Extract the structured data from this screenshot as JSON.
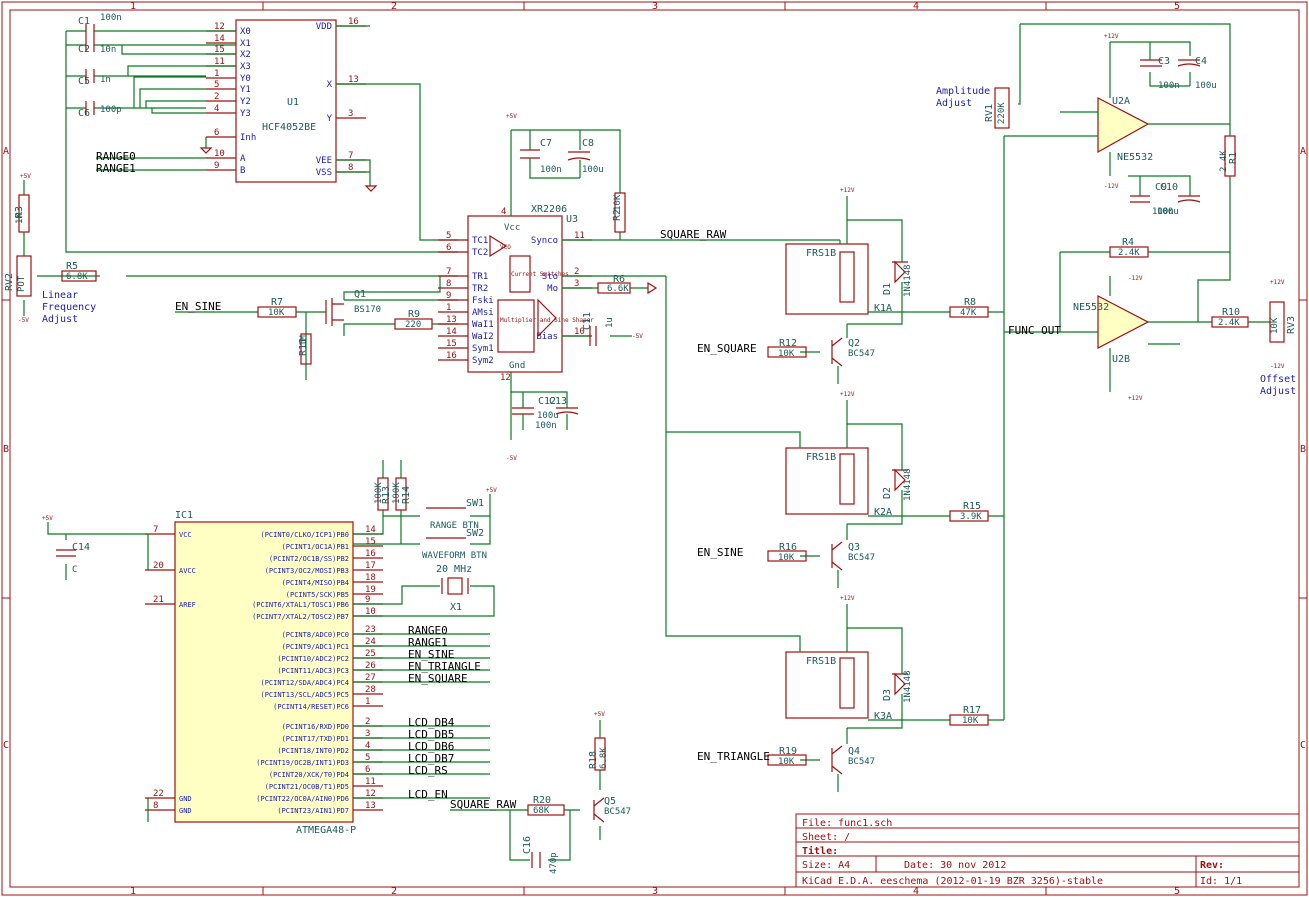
{
  "border": {
    "cols": [
      "1",
      "2",
      "3",
      "4",
      "5"
    ],
    "rows": [
      "A",
      "B",
      "C"
    ]
  },
  "title_block": {
    "file": "File: func1.sch",
    "sheet": "Sheet: /",
    "title": "Title:",
    "size": "Size: A4",
    "date": "Date: 30 nov 2012",
    "rev": "Rev:",
    "tool": "KiCad E.D.A.  eeschema (2012-01-19 BZR 3256)-stable",
    "id": "Id: 1/1"
  },
  "annotations": {
    "linear_freq": [
      "Linear",
      "Frequency",
      "Adjust"
    ],
    "amplitude": [
      "Amplitude",
      "Adjust"
    ],
    "offset": [
      "Offset",
      "Adjust"
    ]
  },
  "nets": {
    "range0": "RANGE0",
    "range1": "RANGE1",
    "en_sine": "EN_SINE",
    "en_square": "EN_SQUARE",
    "en_triangle": "EN_TRIANGLE",
    "square_raw": "SQUARE_RAW",
    "func_out": "FUNC OUT",
    "lcd_db4": "LCD_DB4",
    "lcd_db5": "LCD_DB5",
    "lcd_db6": "LCD_DB6",
    "lcd_db7": "LCD_DB7",
    "lcd_rs": "LCD_RS",
    "lcd_en": "LCD_EN"
  },
  "u1": {
    "ref": "U1",
    "value": "HCF4052BE",
    "pins_left": [
      {
        "num": "12",
        "name": "X0"
      },
      {
        "num": "14",
        "name": "X1"
      },
      {
        "num": "15",
        "name": "X2"
      },
      {
        "num": "11",
        "name": "X3"
      },
      {
        "num": "1",
        "name": "Y0"
      },
      {
        "num": "5",
        "name": "Y1"
      },
      {
        "num": "2",
        "name": "Y2"
      },
      {
        "num": "4",
        "name": "Y3"
      },
      {
        "num": "6",
        "name": "Inh"
      },
      {
        "num": "10",
        "name": "A"
      },
      {
        "num": "9",
        "name": "B"
      }
    ],
    "pins_right": [
      {
        "num": "16",
        "name": "VDD"
      },
      {
        "num": "13",
        "name": "X"
      },
      {
        "num": "3",
        "name": "Y"
      },
      {
        "num": "7",
        "name": "VEE"
      },
      {
        "num": "8",
        "name": "VSS"
      }
    ]
  },
  "u3": {
    "ref": "U3",
    "value": "XR2206",
    "pins_left": [
      {
        "num": "5",
        "name": "TC1"
      },
      {
        "num": "6",
        "name": "TC2"
      },
      {
        "num": "7",
        "name": "TR1"
      },
      {
        "num": "8",
        "name": "TR2"
      },
      {
        "num": "9",
        "name": "Fski"
      },
      {
        "num": "1",
        "name": "AMsi"
      },
      {
        "num": "13",
        "name": "WaI1"
      },
      {
        "num": "14",
        "name": "WaI2"
      },
      {
        "num": "15",
        "name": "Sym1"
      },
      {
        "num": "16",
        "name": "Sym2"
      }
    ],
    "pins_right": [
      {
        "num": "11",
        "name": "Synco"
      },
      {
        "num": "2",
        "name": "Sto"
      },
      {
        "num": "3",
        "name": "Mo"
      },
      {
        "num": "10",
        "name": "Bias"
      }
    ],
    "vcc_pin": "4",
    "vcc": "Vcc",
    "gnd_pin": "12",
    "gnd": "Gnd",
    "inner": [
      "VCO",
      "Current Switches",
      "Multiplier and Sine Shaper"
    ]
  },
  "ic1": {
    "ref": "IC1",
    "value": "ATMEGA48-P",
    "pins_left": [
      {
        "num": "7",
        "name": "VCC"
      },
      {
        "num": "20",
        "name": "AVCC"
      },
      {
        "num": "21",
        "name": "AREF"
      },
      {
        "num": "22",
        "name": "GND"
      },
      {
        "num": "8",
        "name": "GND"
      }
    ],
    "pins_right": [
      {
        "num": "14",
        "name": "(PCINT0/CLKO/ICP1)PB0"
      },
      {
        "num": "15",
        "name": "(PCINT1/OC1A)PB1"
      },
      {
        "num": "16",
        "name": "(PCINT2/OC1B/SS)PB2"
      },
      {
        "num": "17",
        "name": "(PCINT3/OC2/MOSI)PB3"
      },
      {
        "num": "18",
        "name": "(PCINT4/MISO)PB4"
      },
      {
        "num": "19",
        "name": "(PCINT5/SCK)PB5"
      },
      {
        "num": "9",
        "name": "(PCINT6/XTAL1/TOSC1)PB6"
      },
      {
        "num": "10",
        "name": "(PCINT7/XTAL2/TOSC2)PB7"
      },
      {
        "num": "23",
        "name": "(PCINT8/ADC0)PC0"
      },
      {
        "num": "24",
        "name": "(PCINT9/ADC1)PC1"
      },
      {
        "num": "25",
        "name": "(PCINT10/ADC2)PC2"
      },
      {
        "num": "26",
        "name": "(PCINT11/ADC3)PC3"
      },
      {
        "num": "27",
        "name": "(PCINT12/SDA/ADC4)PC4"
      },
      {
        "num": "28",
        "name": "(PCINT13/SCL/ADC5)PC5"
      },
      {
        "num": "1",
        "name": "(PCINT14/RESET)PC6"
      },
      {
        "num": "2",
        "name": "(PCINT16/RXD)PD0"
      },
      {
        "num": "3",
        "name": "(PCINT17/TXD)PD1"
      },
      {
        "num": "4",
        "name": "(PCINT18/INT0)PD2"
      },
      {
        "num": "5",
        "name": "(PCINT19/OC2B/INT1)PD3"
      },
      {
        "num": "6",
        "name": "(PCINT20/XCK/T0)PD4"
      },
      {
        "num": "11",
        "name": "(PCINT21/OC0B/T1)PD5"
      },
      {
        "num": "12",
        "name": "(PCINT22/OC0A/AIN0)PD6"
      },
      {
        "num": "13",
        "name": "(PCINT23/AIN1)PD7"
      }
    ]
  },
  "caps": [
    {
      "ref": "C1",
      "value": "100n"
    },
    {
      "ref": "C2",
      "value": "10n"
    },
    {
      "ref": "C5",
      "value": "1n"
    },
    {
      "ref": "C6",
      "value": "100p"
    },
    {
      "ref": "C7",
      "value": "100n"
    },
    {
      "ref": "C8",
      "value": "100u"
    },
    {
      "ref": "C3",
      "value": "100n"
    },
    {
      "ref": "C4",
      "value": "100u"
    },
    {
      "ref": "C9",
      "value": "100n"
    },
    {
      "ref": "C10",
      "value": "100u"
    },
    {
      "ref": "C11",
      "value": "1u"
    },
    {
      "ref": "C12",
      "value": "100n"
    },
    {
      "ref": "C13",
      "value": "100u"
    },
    {
      "ref": "C14",
      "value": "C"
    },
    {
      "ref": "C16",
      "value": "470p"
    }
  ],
  "resistors": [
    {
      "ref": "R3",
      "value": "1K"
    },
    {
      "ref": "R5",
      "value": "6.8K"
    },
    {
      "ref": "R7",
      "value": "10K"
    },
    {
      "ref": "R9",
      "value": "220"
    },
    {
      "ref": "R11",
      "value": "1M"
    },
    {
      "ref": "R2",
      "value": "10K"
    },
    {
      "ref": "R6",
      "value": "6.6K"
    },
    {
      "ref": "R1",
      "value": "2.4K"
    },
    {
      "ref": "R4",
      "value": "2.4K"
    },
    {
      "ref": "R10",
      "value": "2.4K"
    },
    {
      "ref": "R8",
      "value": "47K"
    },
    {
      "ref": "R15",
      "value": "3.9K"
    },
    {
      "ref": "R17",
      "value": "10K"
    },
    {
      "ref": "R12",
      "value": "10K"
    },
    {
      "ref": "R16",
      "value": "10K"
    },
    {
      "ref": "R19",
      "value": "10K"
    },
    {
      "ref": "R13",
      "value": "100K"
    },
    {
      "ref": "R14",
      "value": "100K"
    },
    {
      "ref": "R18",
      "value": "6.8K"
    },
    {
      "ref": "R20",
      "value": "68K"
    }
  ],
  "pots": [
    {
      "ref": "RV2",
      "value": "POT"
    },
    {
      "ref": "RV1",
      "value": "220K"
    },
    {
      "ref": "RV3",
      "value": "10K"
    }
  ],
  "transistors": [
    {
      "ref": "Q1",
      "value": "BS170"
    },
    {
      "ref": "Q2",
      "value": "BC547"
    },
    {
      "ref": "Q3",
      "value": "BC547"
    },
    {
      "ref": "Q4",
      "value": "BC547"
    },
    {
      "ref": "Q5",
      "value": "BC547"
    }
  ],
  "relays": [
    {
      "ref": "K1A",
      "value": "FRS1B",
      "diode": "D1",
      "dval": "1N4148"
    },
    {
      "ref": "K2A",
      "value": "FRS1B",
      "diode": "D2",
      "dval": "1N4148"
    },
    {
      "ref": "K3A",
      "value": "FRS1B",
      "diode": "D3",
      "dval": "1N4148"
    }
  ],
  "opamps": [
    {
      "ref": "U2A",
      "value": "NE5532"
    },
    {
      "ref": "U2B",
      "value": "NE5532"
    }
  ],
  "switches": [
    {
      "ref": "SW1",
      "value": "RANGE BTN"
    },
    {
      "ref": "SW2",
      "value": "WAVEFORM BTN"
    }
  ],
  "crystal": {
    "ref": "X1",
    "value": "20 MHz"
  },
  "power": {
    "p5": "+5V",
    "p12": "+12V",
    "m12": "-12V",
    "m5": "-5V"
  }
}
